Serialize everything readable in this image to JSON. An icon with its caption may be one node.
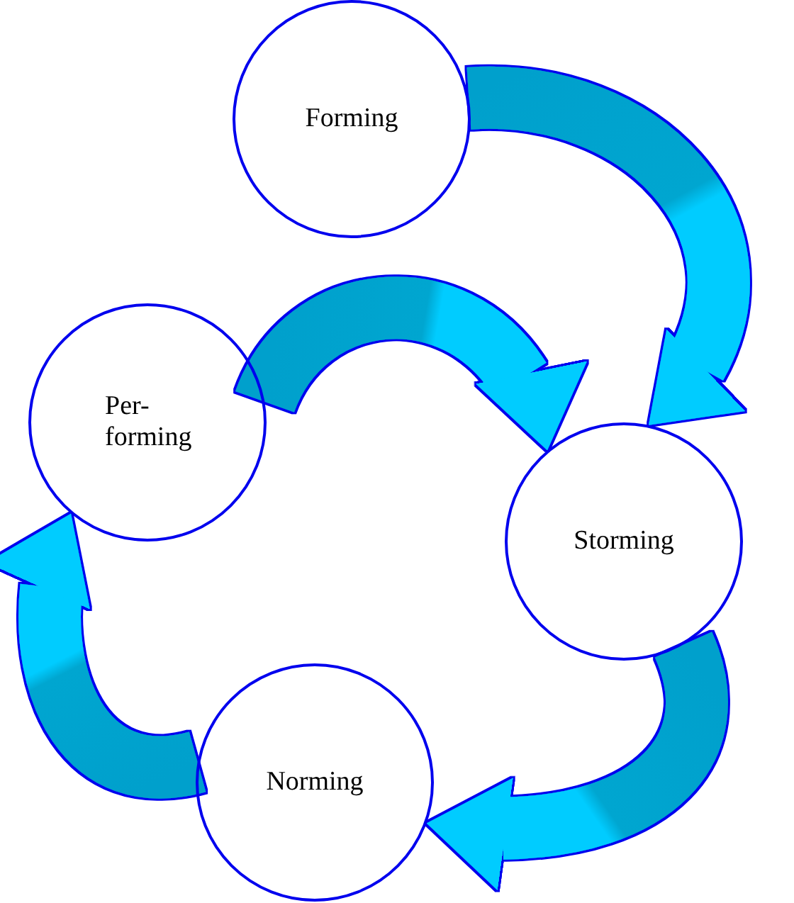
{
  "diagram": {
    "nodes": [
      {
        "text": [
          "Forming"
        ]
      },
      {
        "text": [
          "Storming"
        ]
      },
      {
        "text": [
          "Norming"
        ]
      },
      {
        "text": [
          "Per- forming"
        ]
      }
    ],
    "edges": [
      {
        "from": 0,
        "to": 1,
        "arrow": "to"
      },
      {
        "from": 1,
        "to": 2,
        "arrow": "to"
      },
      {
        "from": 2,
        "to": 3,
        "arrow": "to"
      },
      {
        "from": 3,
        "to": 1,
        "arrow": "to"
      }
    ]
  }
}
